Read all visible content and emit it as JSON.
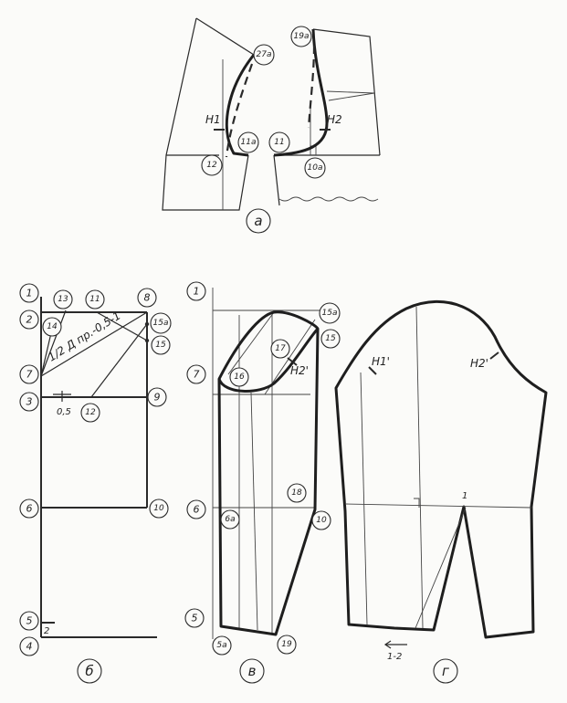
{
  "captions": [
    "а",
    "б",
    "в",
    "г"
  ],
  "figure_a": {
    "points": [
      "27а",
      "19а",
      "11а",
      "11",
      "12",
      "10а"
    ],
    "notch_labels": [
      "Н1",
      "Н2"
    ]
  },
  "figure_b": {
    "points": [
      "1",
      "13",
      "11",
      "8",
      "2",
      "14",
      "15а",
      "15",
      "7",
      "3",
      "12",
      "9",
      "6",
      "10",
      "5",
      "4"
    ],
    "formula": "1/2 Д пр.-0,5-1",
    "dim_05": "0,5",
    "dim_2": "2"
  },
  "figure_v": {
    "points": [
      "1",
      "15а",
      "15",
      "7",
      "16",
      "17",
      "6",
      "6а",
      "18",
      "10",
      "5",
      "5а",
      "19"
    ],
    "notch_label": "Н2'"
  },
  "figure_g": {
    "notch_labels": [
      "Н1'",
      "Н2'"
    ],
    "point": "1",
    "shift_label": "1-2"
  }
}
